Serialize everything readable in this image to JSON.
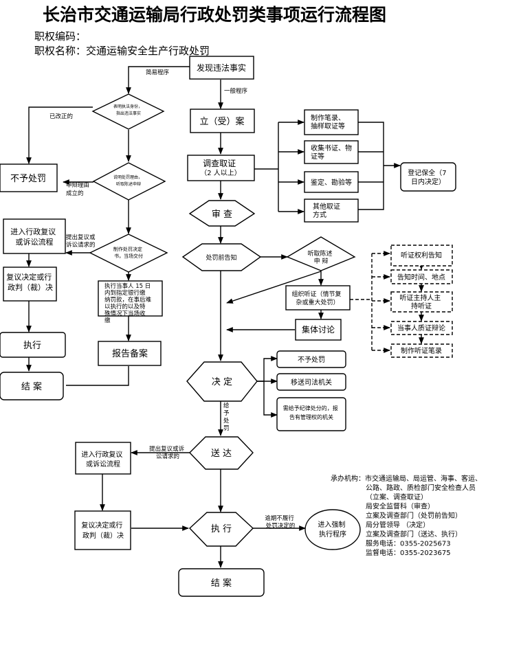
{
  "title": "长治市交通运输局行政处罚类事项运行流程图",
  "code_label": "职权编码：",
  "name_label": "职权名称：交通运输安全生产行政处罚",
  "nodes": {
    "discover": "发现违法事实",
    "simple_label": "简易程序",
    "general_label": "一般程序",
    "d1": [
      "表明执法身份，",
      "指出违法事实"
    ],
    "corrected": "已改正的",
    "file": "立（受）案",
    "ev1": [
      "制作笔录、",
      "抽样取证等"
    ],
    "ev2": [
      "收集书证、物",
      "证等"
    ],
    "ev3": "鉴定、勘验等",
    "ev4": [
      "其他取证",
      "方式"
    ],
    "register": [
      "登记保全（7",
      "日内决定）"
    ],
    "no_punish_left": "不予处罚",
    "defense_ok": [
      "申辩理由",
      "成立的"
    ],
    "d2": [
      "说明处罚理由，",
      "听取陈述申辩"
    ],
    "investigate": [
      "调查取证",
      "（2 人以上）"
    ],
    "review": "审    查",
    "l_appeal": [
      "进入行政复议",
      "或诉讼流程"
    ],
    "l_appeal_label": [
      "提出复议或",
      "诉讼请求的"
    ],
    "d3": [
      "制作处罚决定",
      "书，当场交付"
    ],
    "prenotice": "处罚前告知",
    "hear_plea": [
      "听取陈述",
      "申  辩"
    ],
    "hearing_rights": "听证权利告知",
    "notice_time": "告知时间、地点",
    "host": [
      "听证主持人主",
      "持听证"
    ],
    "l_review": [
      "复议决定或行",
      "政判（裁）决"
    ],
    "pay_text": [
      "执行当事人 15 日",
      "内到指定银行缴",
      "纳罚款，在事后难",
      "以执行的以及特",
      "殊情况下当场收",
      "缴"
    ],
    "org_hearing": [
      "组织听证（情节复",
      "杂或重大处罚）"
    ],
    "debate": "当事人质证辩论",
    "group": "集体讨论",
    "hearing_record": "制作听证笔录",
    "l_exec": "执行",
    "report": "报告备案",
    "c_no_punish": "不予处罚",
    "transfer": "移送司法机关",
    "decide": "决    定",
    "l_close": "结    案",
    "discipline": [
      "需给予纪律处分的，报",
      "告有管理权的机关"
    ],
    "give_punish": [
      "给",
      "予",
      "处",
      "罚"
    ],
    "b_appeal": [
      "进入行政复议",
      "或诉讼流程"
    ],
    "b_appeal_label": [
      "提出复议或诉",
      "讼请求的"
    ],
    "deliver": "送    达",
    "agency": [
      "承办机构：市交通运输局、局运管、海事、客运、",
      "公路、路政、质检部门安全检查人员",
      "（立案、调查取证）",
      "局安全监督科（审查）",
      "立案及调查部门（处罚前告知）",
      "局分管领导          （决定）",
      "立案及调查部门（送达、执行）",
      "服务电话：0355-2025673",
      "监督电话：0355-2023675"
    ],
    "b_review": [
      "复议决定或行",
      "政判（裁）决"
    ],
    "exec": "执    行",
    "overdue": [
      "逾期不履行",
      "处罚决定的"
    ],
    "enforce": [
      "进入强制",
      "执行程序"
    ],
    "close": "结    案"
  }
}
